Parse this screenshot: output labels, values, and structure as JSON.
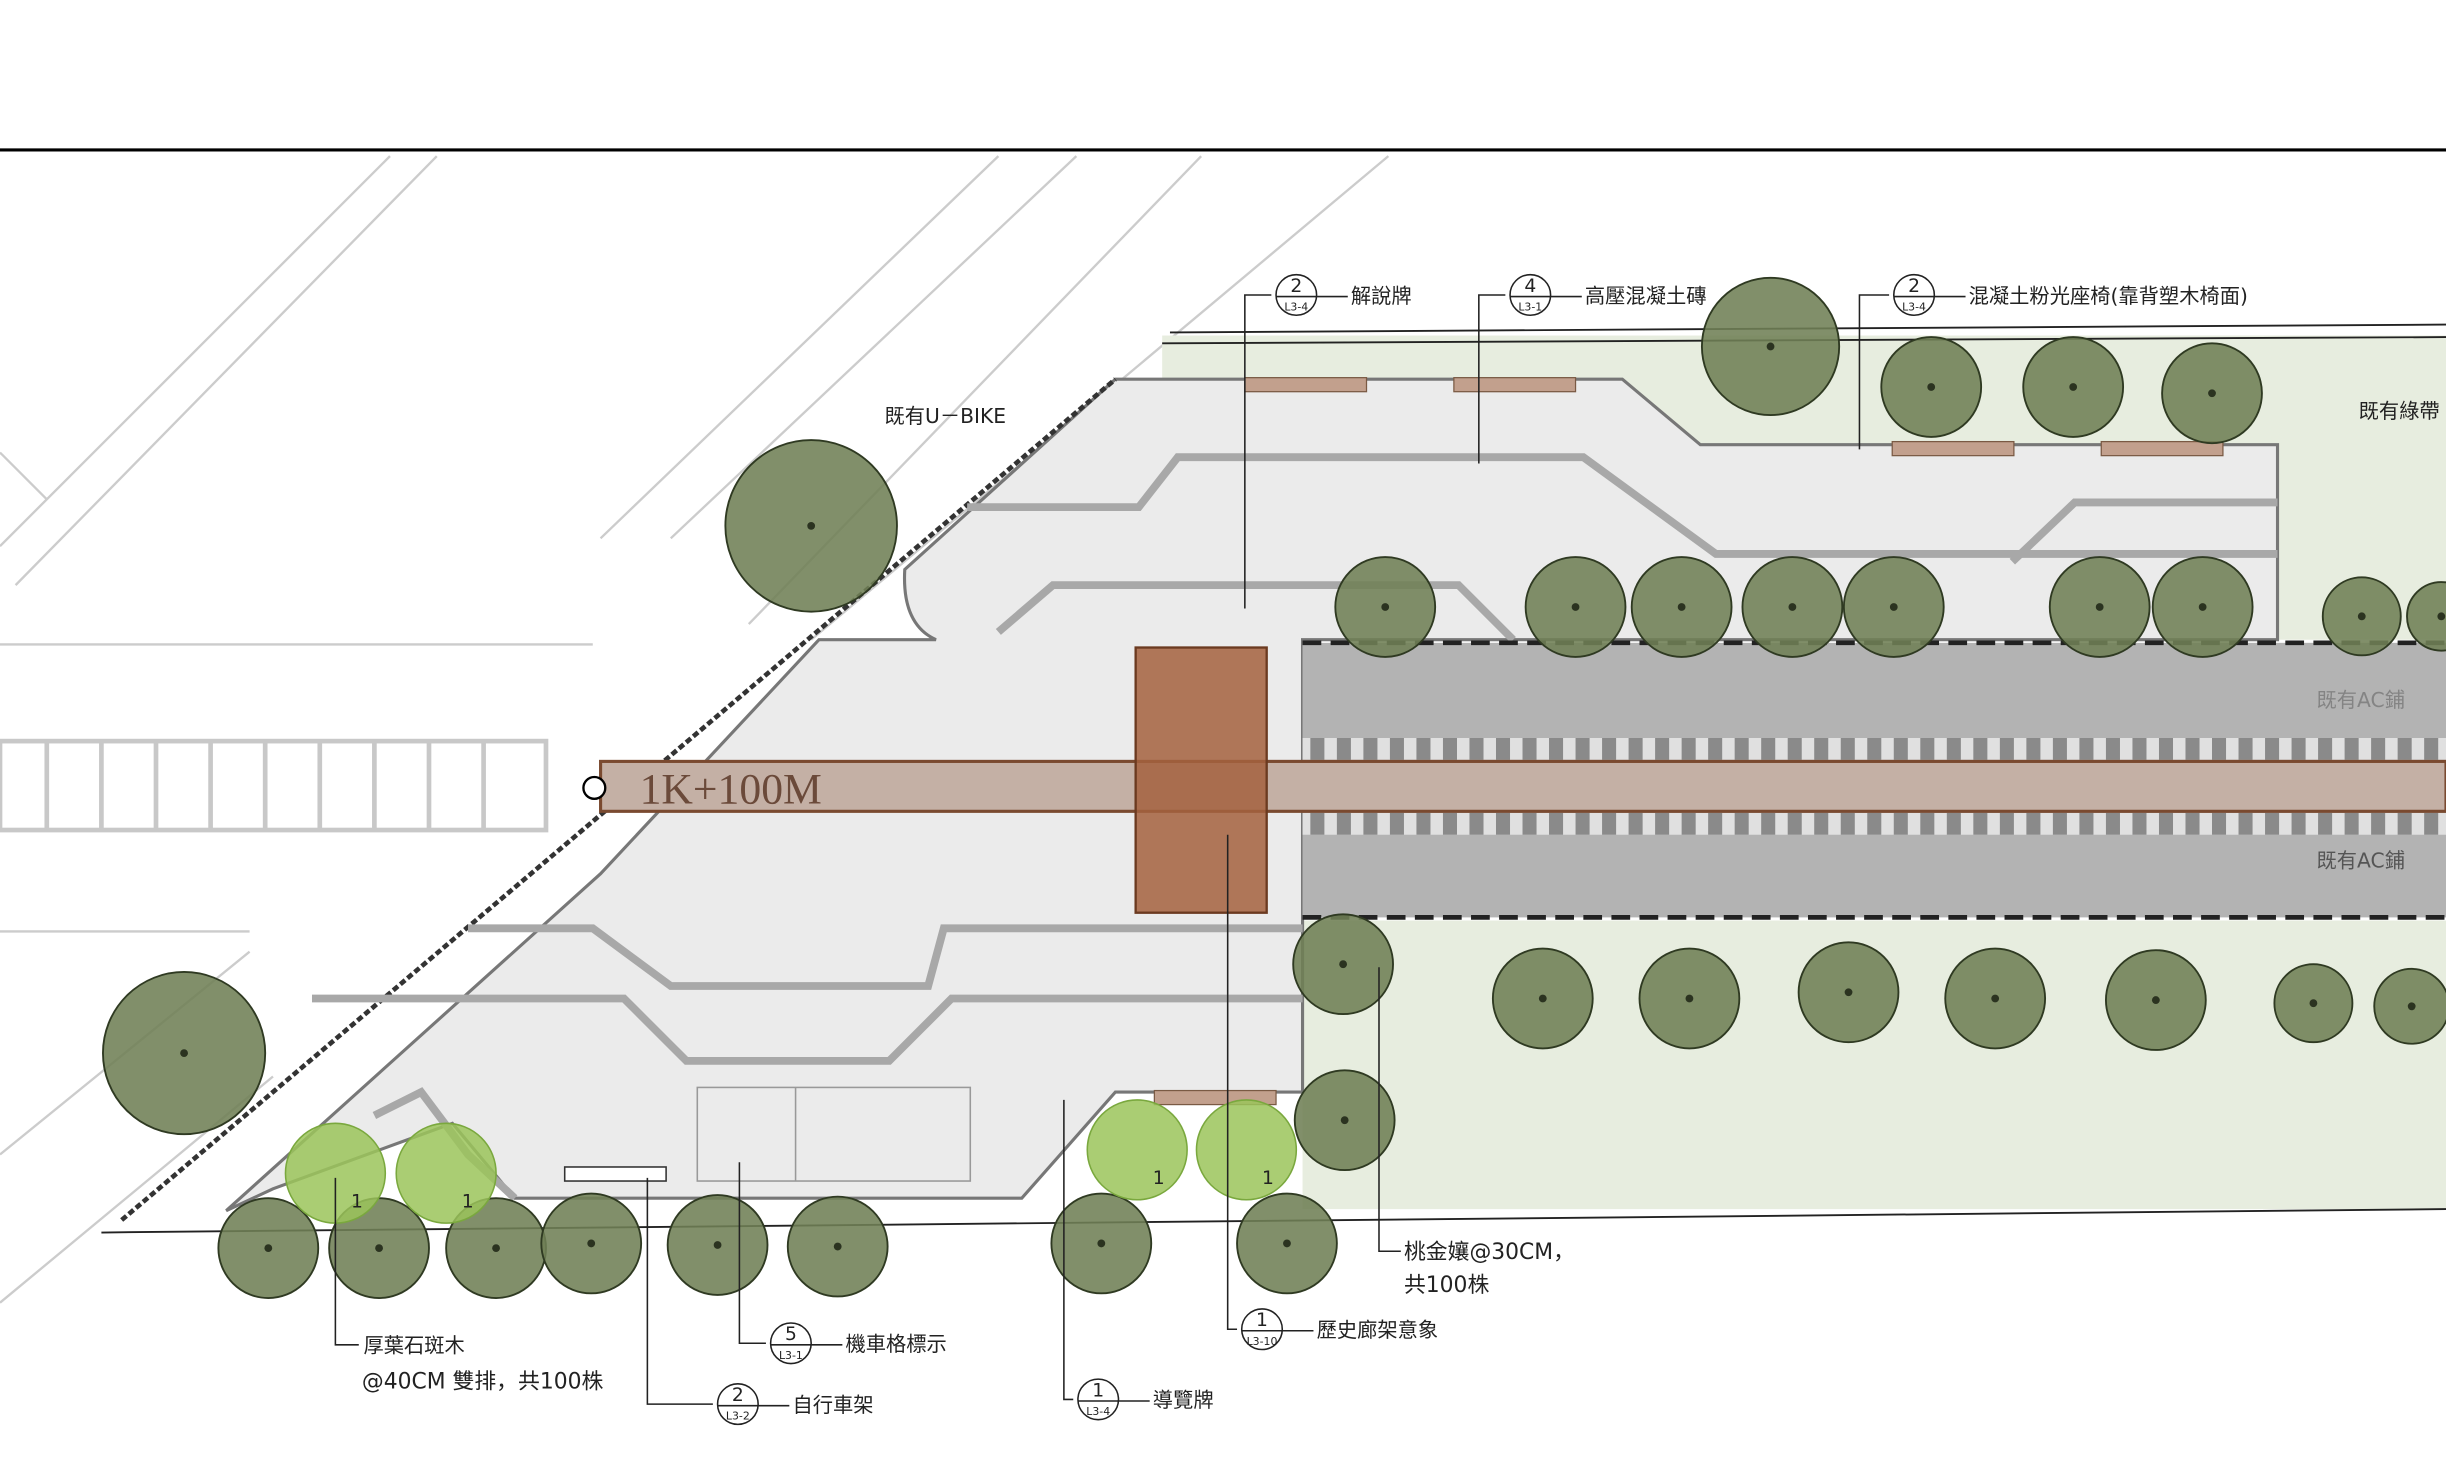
{
  "station_marker": "1K+100M",
  "areas": {
    "ubike": "既有U－BIKE",
    "greenbelt": "既有綠帶",
    "ac_top": "既有AC鋪",
    "ac_bottom": "既有AC鋪"
  },
  "callouts": [
    {
      "num": "2",
      "sheet": "L3-4",
      "label": "解說牌"
    },
    {
      "num": "4",
      "sheet": "L3-1",
      "label": "高壓混凝土磚"
    },
    {
      "num": "2",
      "sheet": "L3-4",
      "label": "混凝土粉光座椅(靠背塑木椅面)"
    },
    {
      "num": "5",
      "sheet": "L3-1",
      "label": "機車格標示"
    },
    {
      "num": "2",
      "sheet": "L3-2",
      "label": "自行車架"
    },
    {
      "num": "1",
      "sheet": "L3-4",
      "label": "導覽牌"
    },
    {
      "num": "1",
      "sheet": "L3-10",
      "label": "歷史廊架意象"
    }
  ],
  "plant_notes": {
    "shrub1_line1": "厚葉石斑木",
    "shrub1_line2": "@40CM 雙排，共100株",
    "shrub2_line1": "桃金孃@30CM，",
    "shrub2_line2": "共100株"
  },
  "tree_tag": "1",
  "colors": {
    "tree": "#6f7f55",
    "lime": "#9bc45a",
    "platform": "#a5623e",
    "rail": "#c4b0a5",
    "gravel": "#b3b3b3",
    "green": "#e7eddf"
  }
}
